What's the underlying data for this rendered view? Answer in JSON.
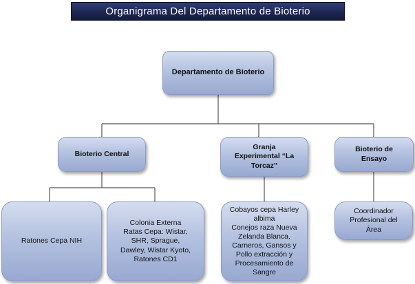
{
  "title": "Organigrama Del Departamento de Bioterio",
  "nodes": {
    "root": {
      "label": "Departamento de Bioterio"
    },
    "central": {
      "label": "Bioterio Central"
    },
    "granja": {
      "label": "Granja\nExperimental “La\nTorcaz”"
    },
    "ensayo": {
      "label": "Bioterio de\nEnsayo"
    },
    "ratones_nih": {
      "label": "Ratones Cepa NIH"
    },
    "colonia": {
      "label": "Colonia Externa\nRatas Cepa: Wistar,\nSHR, Sprague,\nDawley, Wistar Kyoto,\nRatones CD1"
    },
    "cobayos": {
      "label": "Cobayos cepa Harley\nalbima\nConejos raza Nueva\nZelanda Blanca,\nCarneros, Gansos y\nPollo extracción y\nProcesamiento de\nSangre"
    },
    "coordinador": {
      "label": "Coordinador\nProfesional del\nÁrea"
    }
  },
  "colors": {
    "title_bar": "#1d2650",
    "box_fill": "#b4c2e0",
    "connector": "#555555"
  }
}
